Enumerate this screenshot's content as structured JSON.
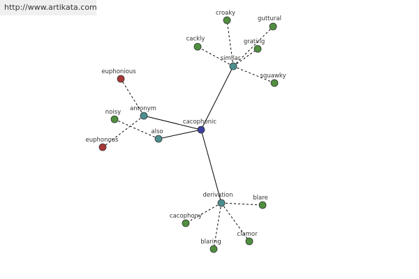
{
  "site": {
    "url": "http://www.artikata.com"
  },
  "colors": {
    "center": "#3b3f9e",
    "category": "#4d8f8f",
    "word": "#4f8f3f",
    "antonym_word": "#a83838"
  },
  "graph": {
    "nodes": [
      {
        "id": "cacophonic",
        "label": "cacophonic",
        "kind": "center"
      },
      {
        "id": "similar",
        "label": "similar",
        "kind": "category"
      },
      {
        "id": "antonym",
        "label": "antonym",
        "kind": "category"
      },
      {
        "id": "also",
        "label": "also",
        "kind": "category"
      },
      {
        "id": "derivation",
        "label": "derivation",
        "kind": "category"
      },
      {
        "id": "croaky",
        "label": "croaky",
        "kind": "word"
      },
      {
        "id": "guttural",
        "label": "guttural",
        "kind": "word"
      },
      {
        "id": "cackly",
        "label": "cackly",
        "kind": "word"
      },
      {
        "id": "grating",
        "label": "grating",
        "kind": "word"
      },
      {
        "id": "squawky",
        "label": "squawky",
        "kind": "word"
      },
      {
        "id": "euphonious",
        "label": "euphonious",
        "kind": "antonym_word"
      },
      {
        "id": "euphonous",
        "label": "euphonous",
        "kind": "antonym_word"
      },
      {
        "id": "noisy",
        "label": "noisy",
        "kind": "word"
      },
      {
        "id": "blare",
        "label": "blare",
        "kind": "word"
      },
      {
        "id": "cacophony",
        "label": "cacophony",
        "kind": "word"
      },
      {
        "id": "clamor",
        "label": "clamor",
        "kind": "word"
      },
      {
        "id": "blaring",
        "label": "blaring",
        "kind": "word"
      }
    ],
    "edges": [
      {
        "from": "cacophonic",
        "to": "similar",
        "style": "solid"
      },
      {
        "from": "cacophonic",
        "to": "antonym",
        "style": "solid"
      },
      {
        "from": "cacophonic",
        "to": "also",
        "style": "solid"
      },
      {
        "from": "cacophonic",
        "to": "derivation",
        "style": "solid"
      },
      {
        "from": "similar",
        "to": "croaky",
        "style": "dashed"
      },
      {
        "from": "similar",
        "to": "guttural",
        "style": "dashed"
      },
      {
        "from": "similar",
        "to": "cackly",
        "style": "dashed"
      },
      {
        "from": "similar",
        "to": "grating",
        "style": "dashed"
      },
      {
        "from": "similar",
        "to": "squawky",
        "style": "dashed"
      },
      {
        "from": "antonym",
        "to": "euphonious",
        "style": "dashed"
      },
      {
        "from": "antonym",
        "to": "euphonous",
        "style": "dashed"
      },
      {
        "from": "also",
        "to": "noisy",
        "style": "dashed"
      },
      {
        "from": "derivation",
        "to": "blare",
        "style": "dashed"
      },
      {
        "from": "derivation",
        "to": "cacophony",
        "style": "dashed"
      },
      {
        "from": "derivation",
        "to": "clamor",
        "style": "dashed"
      },
      {
        "from": "derivation",
        "to": "blaring",
        "style": "dashed"
      }
    ]
  }
}
